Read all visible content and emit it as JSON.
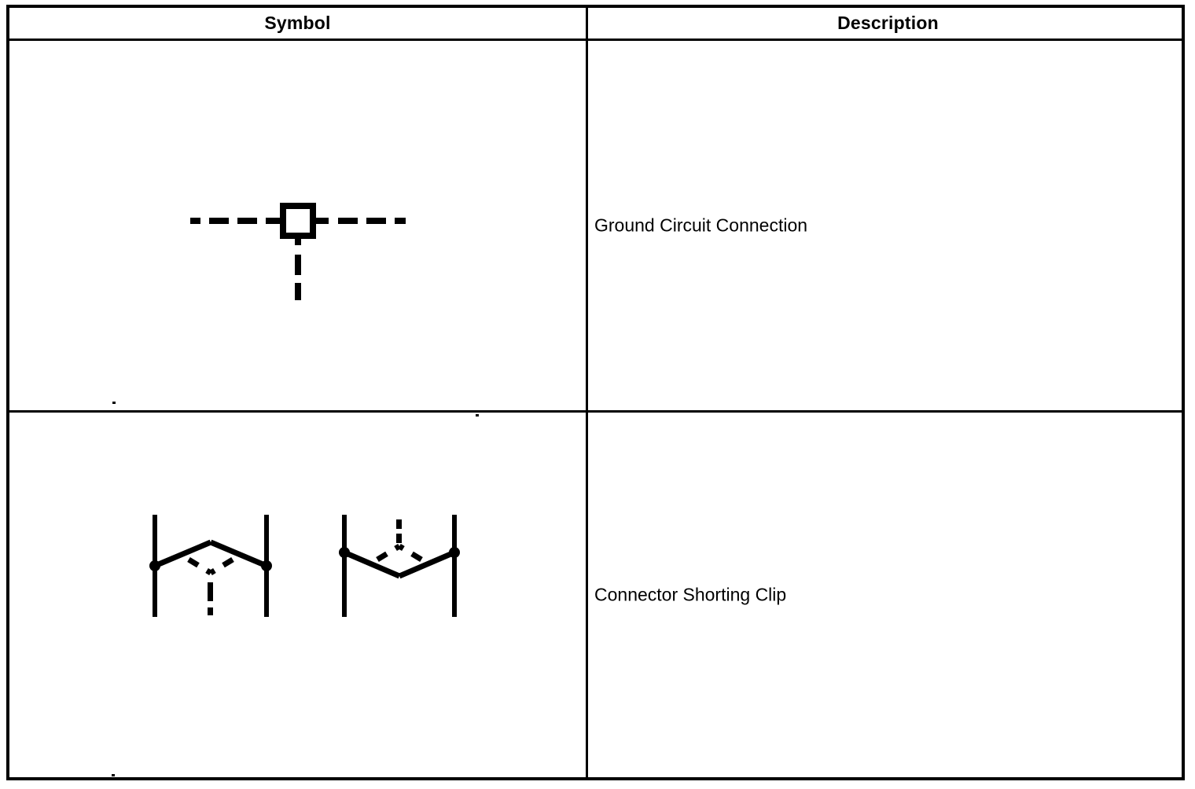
{
  "table": {
    "columns": [
      {
        "key": "symbol",
        "label": "Symbol"
      },
      {
        "key": "description",
        "label": "Description"
      }
    ],
    "rows": [
      {
        "symbol_name": "ground-circuit-connection-symbol",
        "description": "Ground Circuit Connection",
        "symbol_elements": {
          "box": "square outline",
          "leads": "horizontal dashed line left and right, vertical dashed line below"
        }
      },
      {
        "symbol_name": "connector-shorting-clip-symbol",
        "description": "Connector Shorting Clip",
        "symbol_elements": {
          "variant_left": "two vertical terminal bars with solid peak linkage and dashed inverted-V plus dashed drop line",
          "variant_right": "two vertical terminal bars with solid V linkage and dashed V plus dashed riser line"
        }
      }
    ]
  },
  "style": {
    "ink_color": "#000000",
    "paper_color": "#ffffff"
  }
}
